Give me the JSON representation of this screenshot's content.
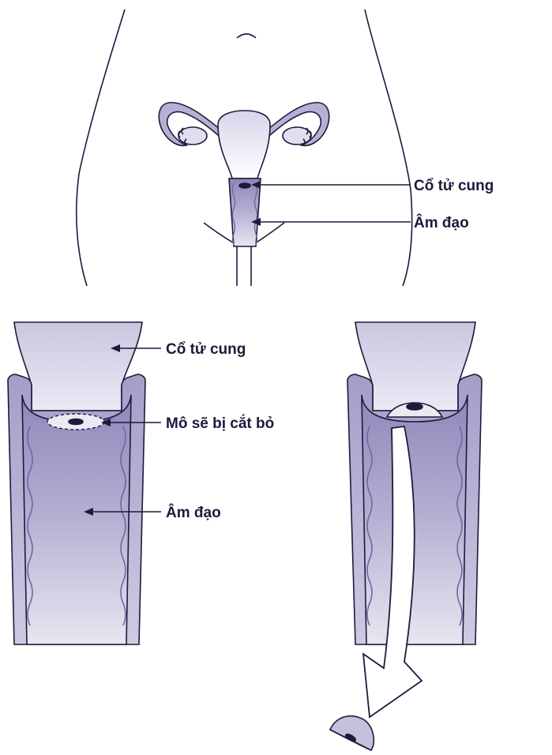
{
  "labels": {
    "cervix_top": "Cổ tử cung",
    "vagina_top": "Âm đạo",
    "cervix_bottom": "Cổ tử cung",
    "tissue_removed": "Mô sẽ bị cắt bỏ",
    "vagina_bottom": "Âm đạo"
  },
  "colors": {
    "outline": "#1d1a3c",
    "fill_light": "#e9e6f1",
    "fill_mid": "#c6c0dc",
    "fill_dark": "#8f86b8",
    "accent": "#6f67a5"
  }
}
